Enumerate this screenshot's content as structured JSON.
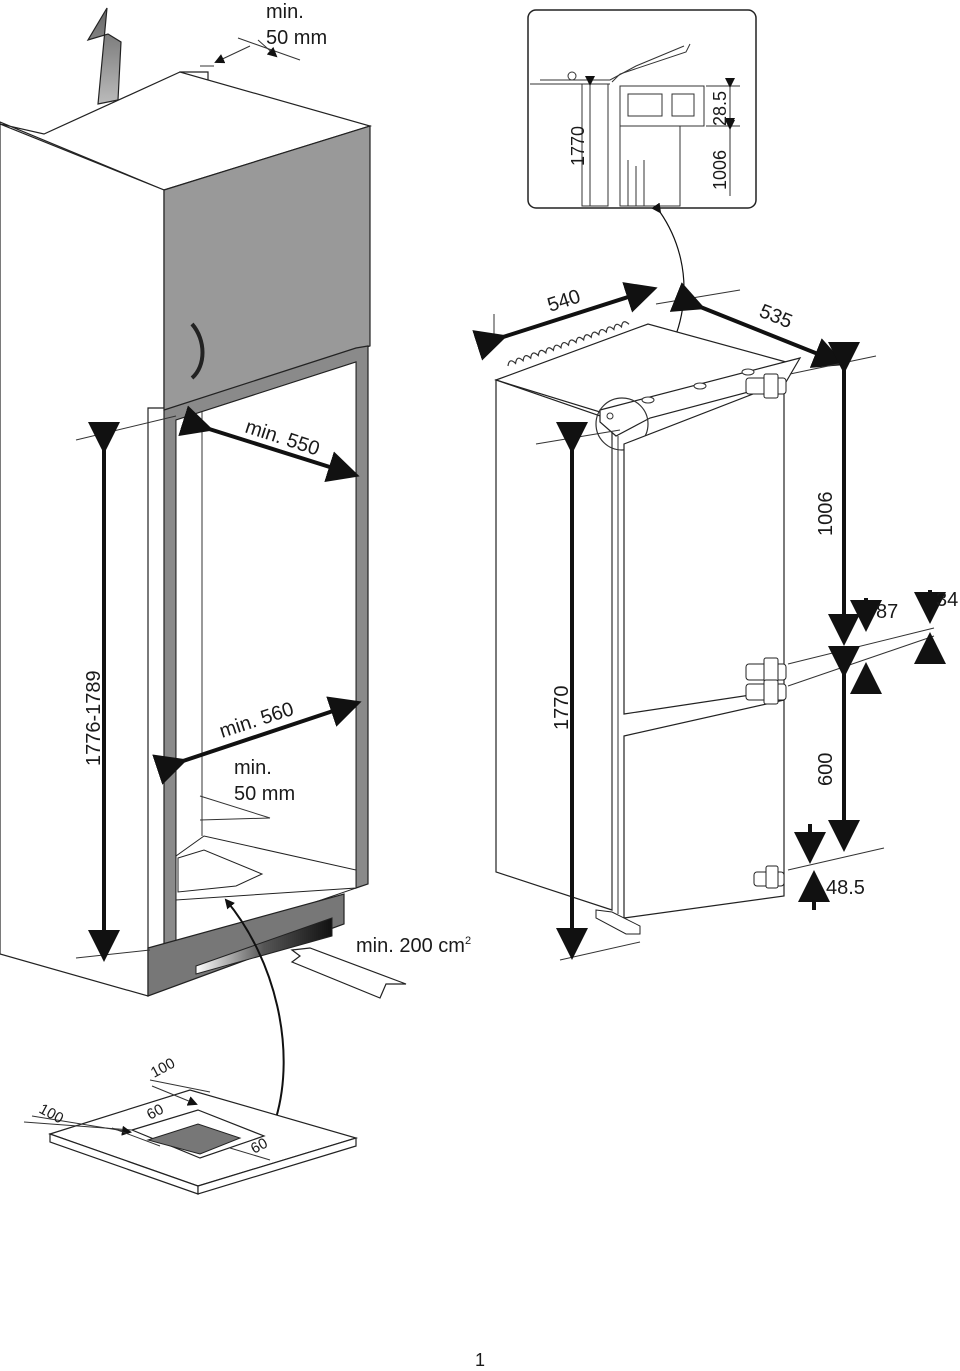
{
  "cabinet": {
    "top_clearance_min": "min.",
    "top_clearance_value": "50 mm",
    "height_range": "1776-1789",
    "width_top": "min. 550",
    "width_bottom": "min. 560",
    "bottom_clearance_min": "min.",
    "bottom_clearance_value": "50 mm",
    "vent_area": "min. 200 cm",
    "vent_area_sup": "2"
  },
  "plinth_cutout": {
    "outer_a": "100",
    "outer_b": "100",
    "inner_a": "60",
    "inner_b": "60"
  },
  "inset_detail": {
    "height": "1770",
    "offset": "28.5",
    "upper": "1006"
  },
  "fridge": {
    "width": "540",
    "depth": "535",
    "height": "1770",
    "upper_door": "1006",
    "gap_87": "87",
    "gap_34": "34",
    "lower_door": "600",
    "bottom_offset": "48.5"
  },
  "page": {
    "number": "1"
  }
}
